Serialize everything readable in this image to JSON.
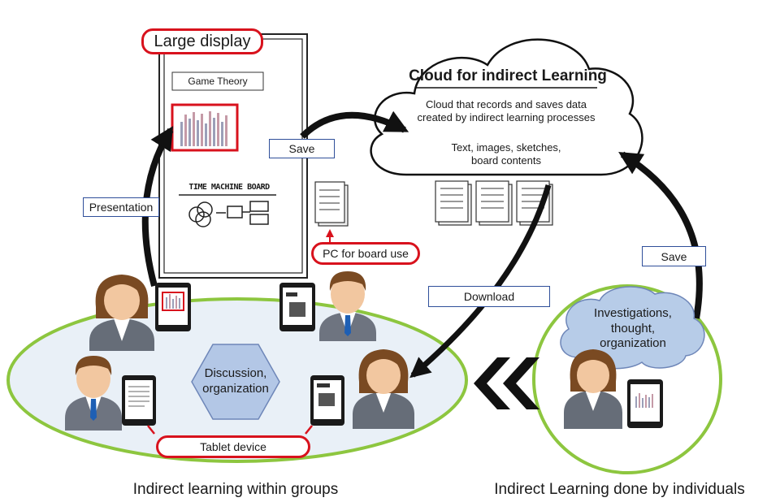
{
  "large_display": {
    "label": "Large display",
    "slide_title": "Game Theory",
    "board_title": "TIME MACHINE BOARD"
  },
  "cloud": {
    "title": "Cloud for indirect Learning",
    "description": "Cloud that records and saves data\ncreated by indirect learning processes",
    "contents": "Text, images, sketches,\nboard contents"
  },
  "arrows": {
    "save_display": "Save",
    "presentation": "Presentation",
    "download": "Download",
    "save_individual": "Save"
  },
  "pc_label": "PC for board use",
  "group": {
    "center": "Discussion,\norganization",
    "tablet_label": "Tablet device",
    "caption": "Indirect learning within groups"
  },
  "individual": {
    "thought_cloud": "Investigations,\nthought,\norganization",
    "caption": "Indirect Learning done by individuals"
  },
  "colors": {
    "label_border": "#2f4f9a",
    "highlight_red": "#d8121d",
    "group_ring": "#8dc63f",
    "group_fill": "#e9f0f7",
    "hexagon_fill": "#b3c7e6",
    "thought_fill": "#b7cce8"
  }
}
